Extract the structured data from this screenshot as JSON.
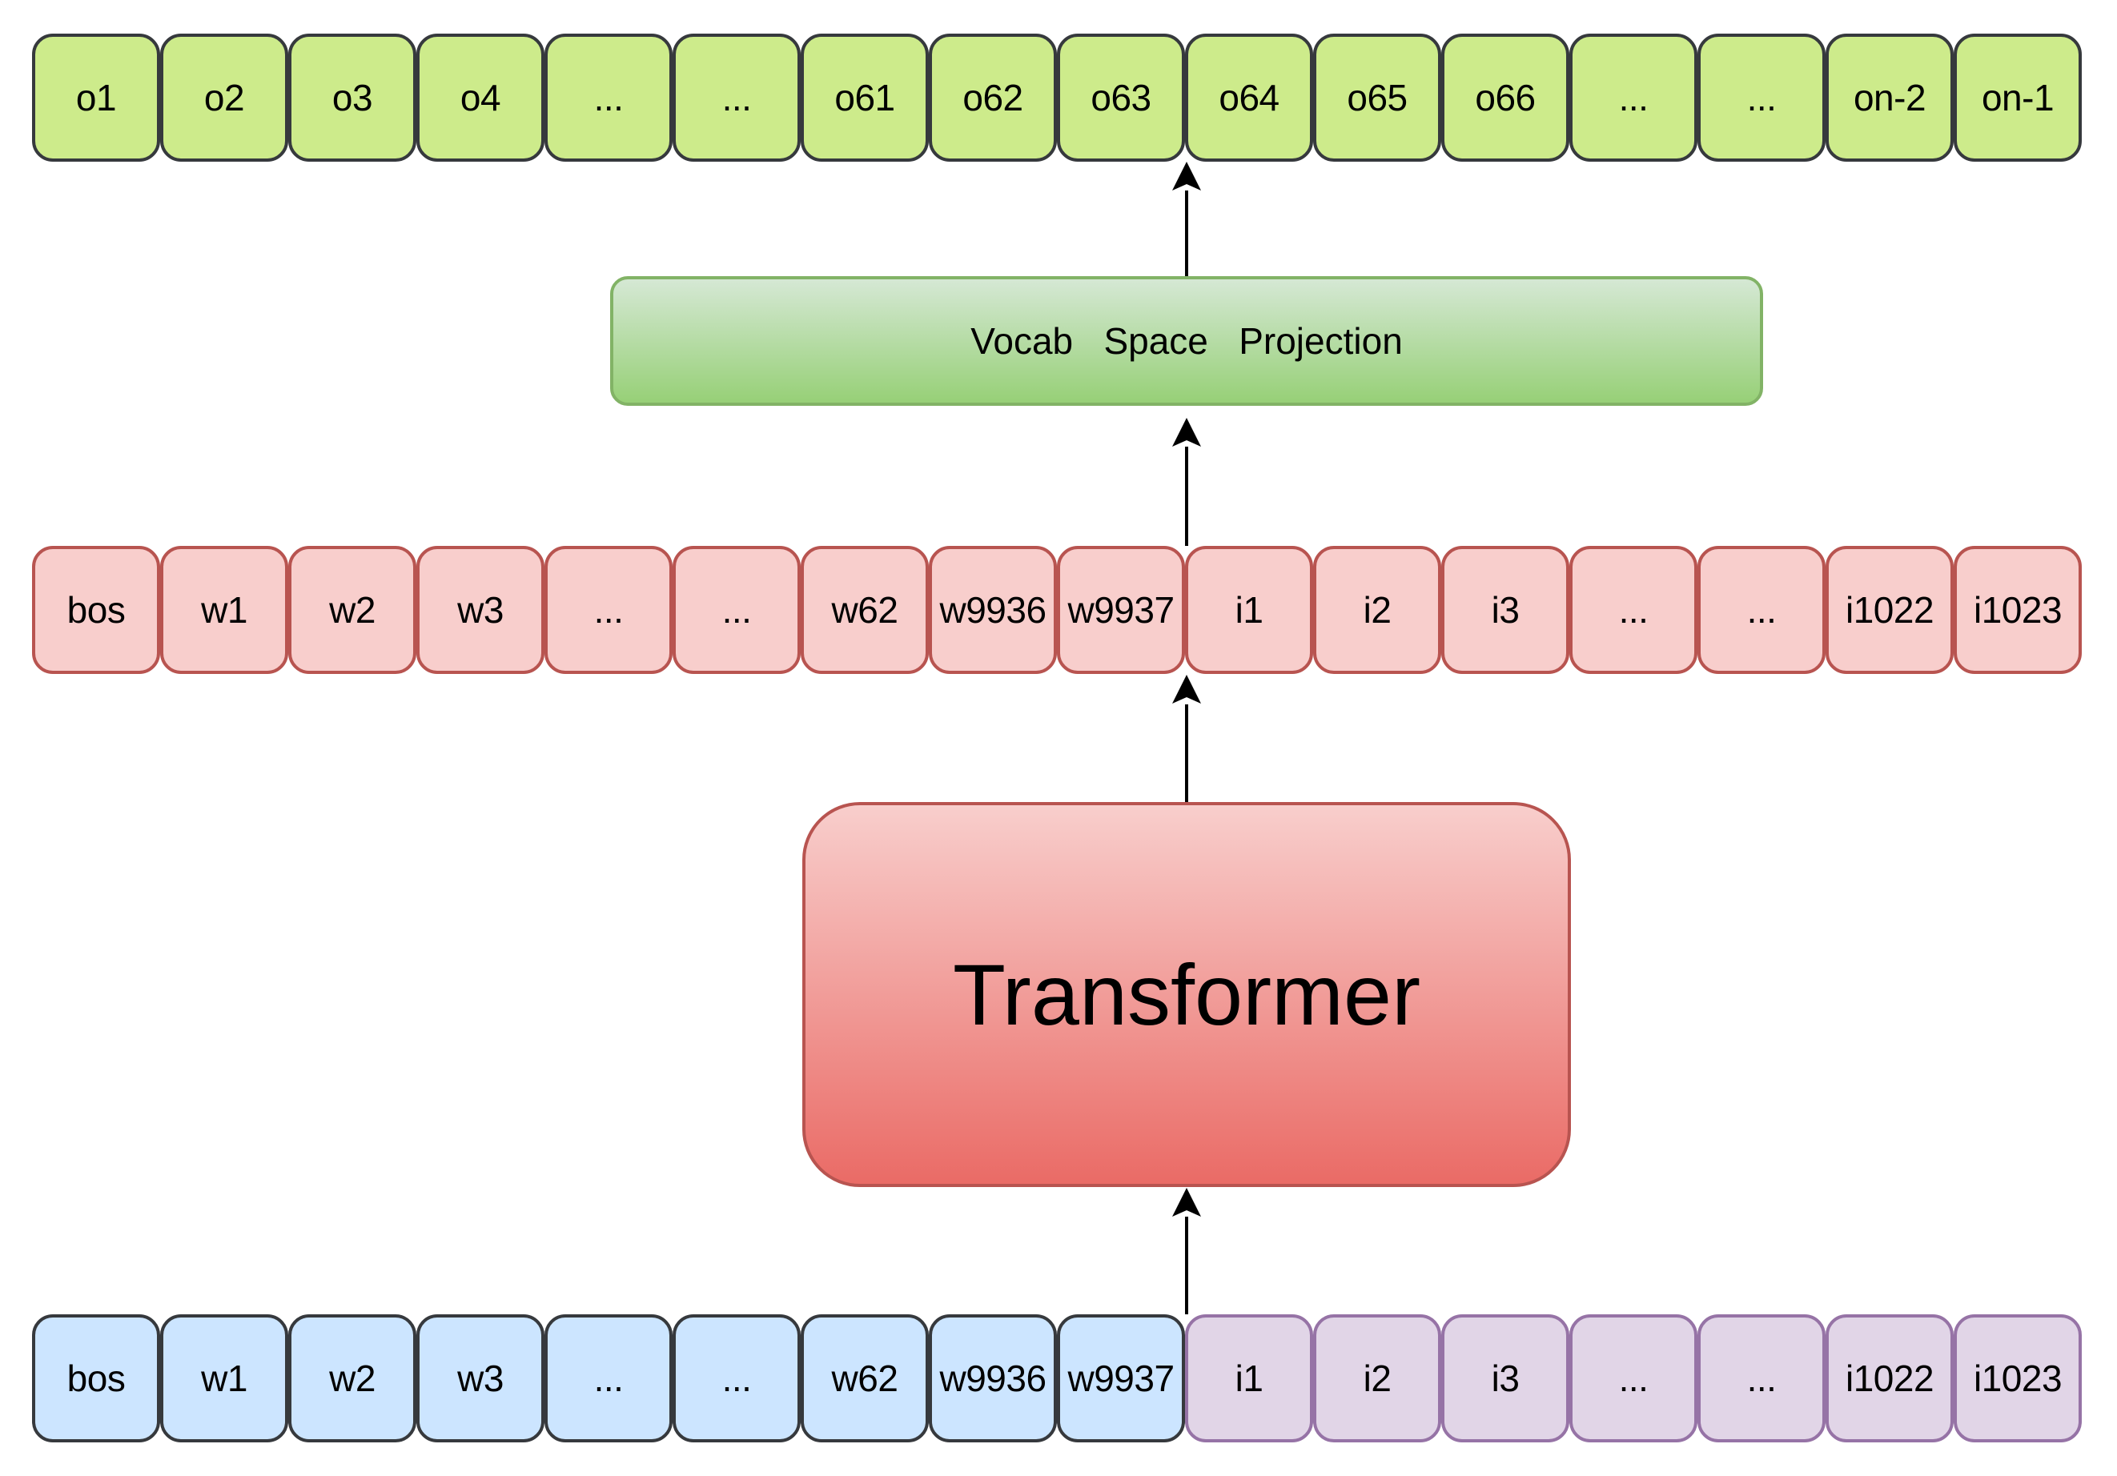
{
  "output_row": {
    "tokens": [
      "o1",
      "o2",
      "o3",
      "o4",
      "...",
      "...",
      "o61",
      "o62",
      "o63",
      "o64",
      "o65",
      "o66",
      "...",
      "...",
      "on-2",
      "on-1"
    ],
    "fill": "#cdeb8b",
    "stroke": "#36393d"
  },
  "vocab_projection": {
    "label": "Vocab   Space   Projection",
    "gradient": [
      "#d5e8d4",
      "#97d077"
    ],
    "stroke": "#82b366"
  },
  "hidden_row": {
    "tokens": [
      "bos",
      "w1",
      "w2",
      "w3",
      "...",
      "...",
      "w62",
      "w9936",
      "w9937",
      "i1",
      "i2",
      "i3",
      "...",
      "...",
      "i1022",
      "i1023"
    ],
    "fill": "#f8cecc",
    "stroke": "#b85450"
  },
  "transformer": {
    "label": "Transformer",
    "gradient": [
      "#f8cecc",
      "#ea6b66"
    ],
    "stroke": "#b85450"
  },
  "input_row": {
    "text_tokens": [
      "bos",
      "w1",
      "w2",
      "w3",
      "...",
      "...",
      "w62",
      "w9936",
      "w9937"
    ],
    "image_tokens": [
      "i1",
      "i2",
      "i3",
      "...",
      "...",
      "i1022",
      "i1023"
    ],
    "text_fill": "#cce5ff",
    "text_stroke": "#36393d",
    "image_fill": "#e1d5e7",
    "image_stroke": "#9673a6"
  },
  "arrows": [
    {
      "from": "input_row",
      "to": "transformer"
    },
    {
      "from": "transformer",
      "to": "hidden_row"
    },
    {
      "from": "hidden_row",
      "to": "vocab_projection"
    },
    {
      "from": "vocab_projection",
      "to": "output_row"
    }
  ]
}
